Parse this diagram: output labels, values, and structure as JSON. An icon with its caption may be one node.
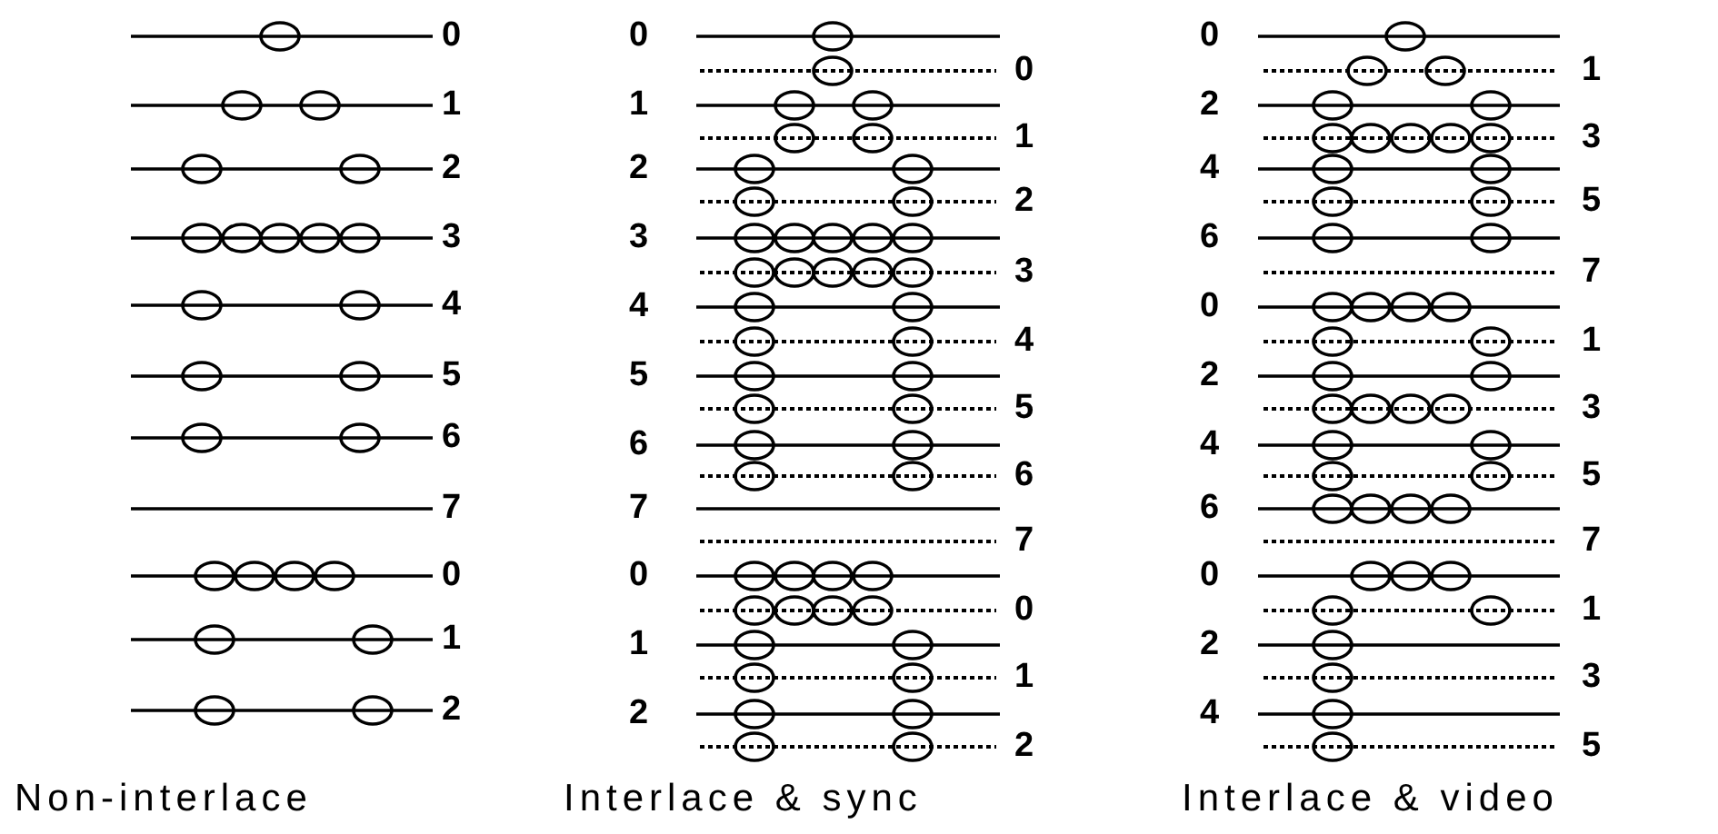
{
  "diagram": {
    "labels": [
      "0",
      "1",
      "2",
      "3",
      "4",
      "5",
      "6",
      "7",
      "0",
      "1",
      "2",
      "Non-interlace",
      "0",
      "0",
      "1",
      "1",
      "2",
      "2",
      "3",
      "3",
      "4",
      "4",
      "5",
      "5",
      "6",
      "6",
      "7",
      "7",
      "0",
      "0",
      "1",
      "1",
      "2",
      "2",
      "Interlace & sync",
      "0",
      "1",
      "2",
      "3",
      "4",
      "5",
      "6",
      "7",
      "0",
      "1",
      "2",
      "3",
      "4",
      "5",
      "6",
      "7",
      "0",
      "1",
      "2",
      "3",
      "4",
      "5",
      "Interlace & video"
    ]
  }
}
